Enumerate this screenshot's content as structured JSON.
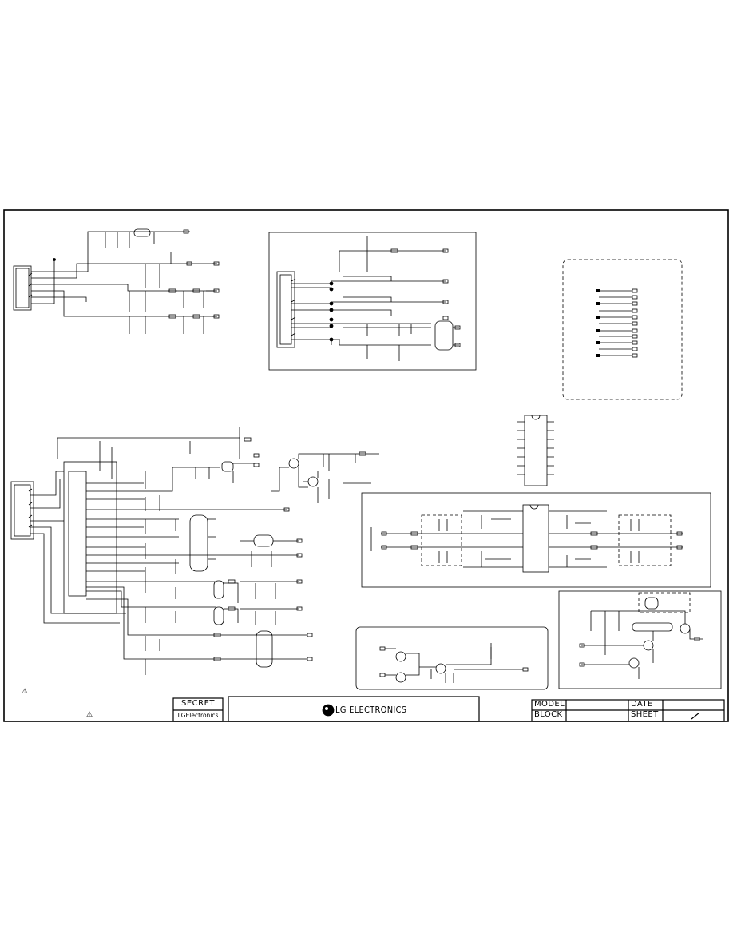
{
  "title_block": {
    "secret_label": "SECRET",
    "company_small": "LGElectronics",
    "brand_text": "LG ELECTRONICS",
    "model_label": "MODEL",
    "block_label": "BLOCK",
    "date_label": "DATE",
    "sheet_label": "SHEET"
  },
  "warning_symbol": "⚠",
  "icons": {
    "lg_logo": "lg-logo-icon",
    "warning": "warning-triangle-icon"
  },
  "colors": {
    "line": "#000000",
    "background": "#ffffff"
  }
}
